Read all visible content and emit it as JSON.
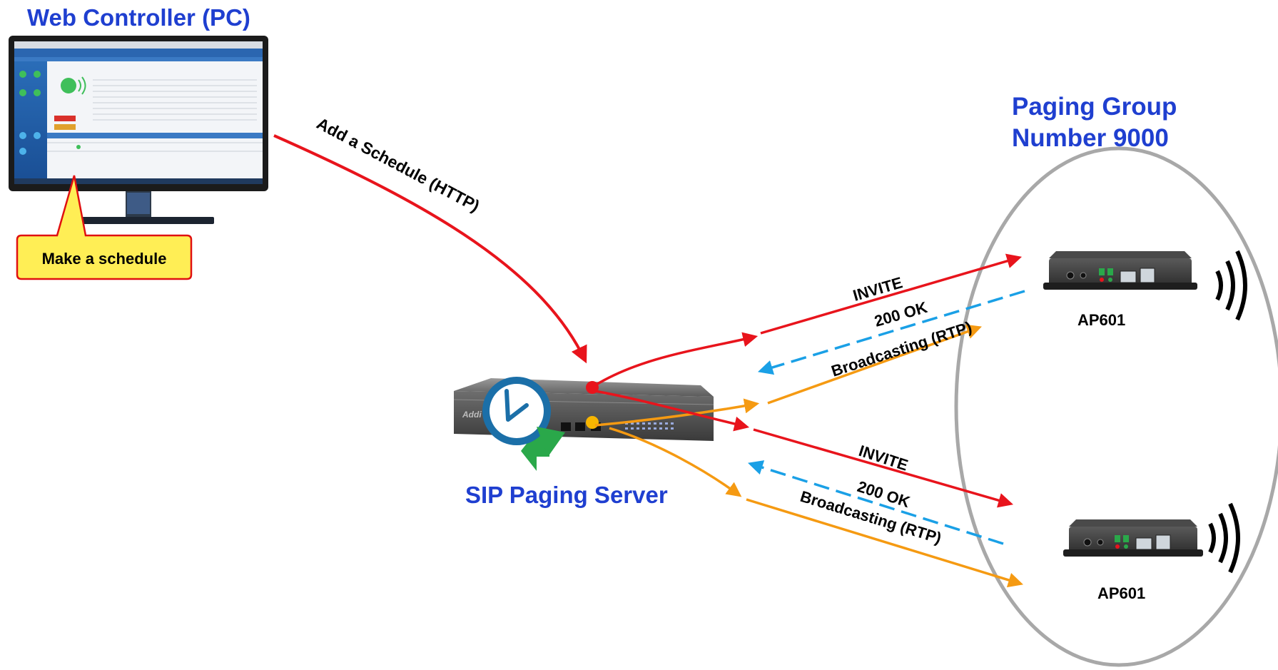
{
  "titles": {
    "web_controller": "Web Controller (PC)",
    "paging_group_line1": "Paging Group",
    "paging_group_line2": "Number 9000",
    "sip_server": "SIP Paging Server"
  },
  "callout": {
    "text": "Make a schedule"
  },
  "messages": {
    "add_schedule": "Add a Schedule (HTTP)",
    "invite_1": "INVITE",
    "ok_1": "200 OK",
    "broadcast_1": "Broadcasting (RTP)",
    "invite_2": "INVITE",
    "ok_2": "200 OK",
    "broadcast_2": "Broadcasting (RTP)"
  },
  "devices": {
    "ap1": "AP601",
    "ap2": "AP601"
  },
  "colors": {
    "title_blue": "#1f3fd0",
    "http_red": "#e8141c",
    "invite_red": "#e8141c",
    "ok_blue": "#1aa0e6",
    "rtp_orange": "#f59a12",
    "callout_fill": "#ffee55",
    "callout_border": "#e01010",
    "group_ellipse": "#a8a8a8",
    "clock_blue": "#1b6fa8",
    "arrow_green": "#2aa84a"
  }
}
